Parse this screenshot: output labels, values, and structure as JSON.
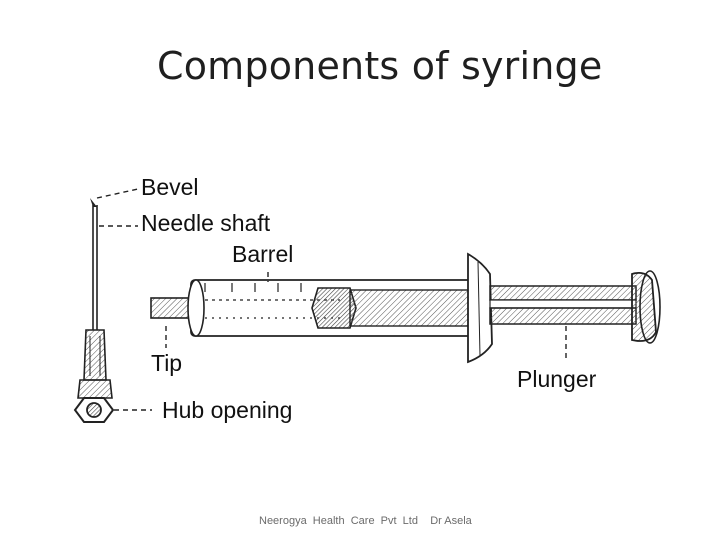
{
  "title": "Components of syringe",
  "labels": {
    "bevel": "Bevel",
    "needle_shaft": "Needle shaft",
    "barrel": "Barrel",
    "tip": "Tip",
    "hub_opening": "Hub opening",
    "plunger": "Plunger"
  },
  "footer": "Neerogya  Health  Care  Pvt  Ltd    Dr Asela"
}
